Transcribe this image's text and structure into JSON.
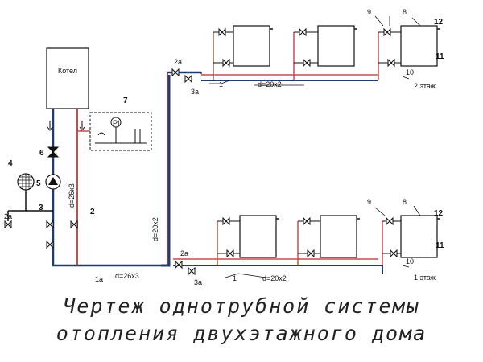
{
  "boiler": {
    "label": "Котел"
  },
  "labels": {
    "pipe_main": "d=26x3",
    "pipe_main_left": "1a",
    "pipe_vertical": "d=26x3",
    "riser": "d=20x2",
    "pipe_floor": "d=20x2",
    "callout_1": "1",
    "callout_2": "2",
    "callout_2a": "2a",
    "callout_3": "3",
    "callout_3a": "3a",
    "callout_4": "4",
    "callout_5": "5",
    "callout_6": "6",
    "callout_7": "7",
    "callout_8": "8",
    "callout_9": "9",
    "callout_10": "10",
    "callout_11": "11",
    "callout_12": "12",
    "gauge": "PI"
  },
  "floors": {
    "second": "2 этаж",
    "first": "1 этаж"
  },
  "caption": {
    "line1": "Чертеж однотрубной системы",
    "line2": "отопления двухэтажного дома"
  },
  "colors": {
    "supply": "#c0504d",
    "return": "#1f3b6f",
    "stroke": "#111111"
  }
}
